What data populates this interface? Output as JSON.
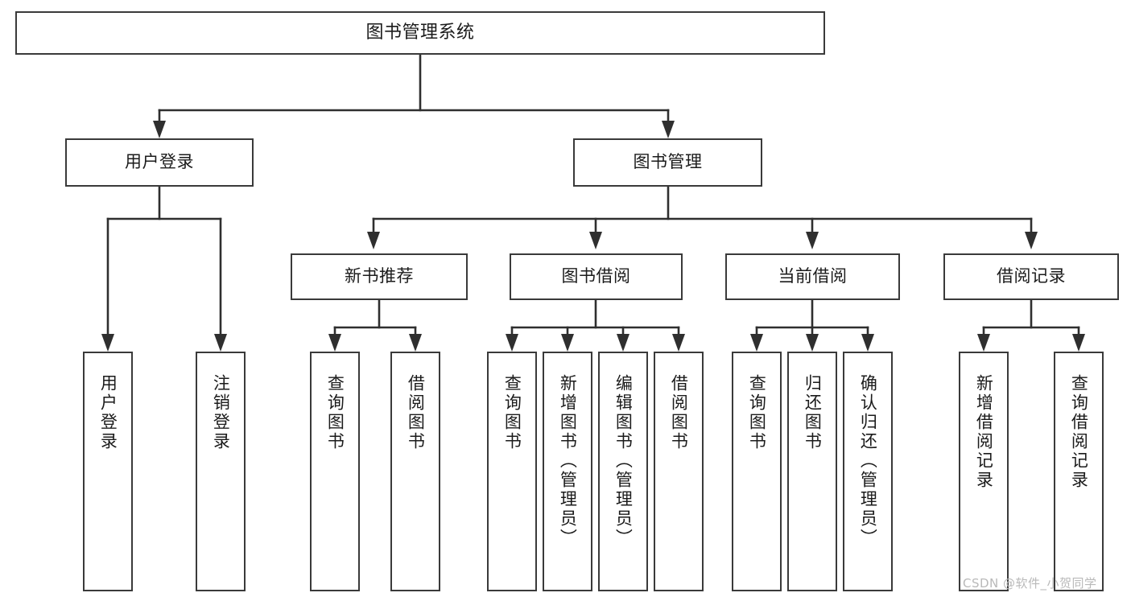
{
  "diagram": {
    "title": "图书管理系统",
    "type": "tree",
    "orientation": "top-down",
    "style": {
      "box_border_color": "#3a3a3a",
      "box_fill_color": "#ffffff",
      "edge_color": "#2f2f2f",
      "text_color": "#1b1b1b",
      "background": "#ffffff"
    },
    "levels": [
      {
        "level": 1,
        "nodes": [
          {
            "id": "root",
            "label": "图书管理系统",
            "shape": "rect",
            "text_direction": "horizontal"
          }
        ]
      },
      {
        "level": 2,
        "nodes": [
          {
            "id": "login",
            "label": "用户登录",
            "shape": "rect",
            "text_direction": "horizontal",
            "parent": "root"
          },
          {
            "id": "bookmgmt",
            "label": "图书管理",
            "shape": "rect",
            "text_direction": "horizontal",
            "parent": "root"
          }
        ]
      },
      {
        "level": 3,
        "nodes": [
          {
            "id": "newbook",
            "label": "新书推荐",
            "shape": "rect",
            "text_direction": "horizontal",
            "parent": "bookmgmt"
          },
          {
            "id": "borrow",
            "label": "图书借阅",
            "shape": "rect",
            "text_direction": "horizontal",
            "parent": "bookmgmt"
          },
          {
            "id": "current",
            "label": "当前借阅",
            "shape": "rect",
            "text_direction": "horizontal",
            "parent": "bookmgmt"
          },
          {
            "id": "record",
            "label": "借阅记录",
            "shape": "rect",
            "text_direction": "horizontal",
            "parent": "bookmgmt"
          }
        ]
      },
      {
        "level": 4,
        "nodes": [
          {
            "id": "leaf-user-login",
            "label": "用户登录",
            "shape": "rect",
            "text_direction": "vertical",
            "parent": "login"
          },
          {
            "id": "leaf-user-logout",
            "label": "注销登录",
            "shape": "rect",
            "text_direction": "vertical",
            "parent": "login"
          },
          {
            "id": "leaf-nb-query",
            "label": "查询图书",
            "shape": "rect",
            "text_direction": "vertical",
            "parent": "newbook"
          },
          {
            "id": "leaf-nb-borrow",
            "label": "借阅图书",
            "shape": "rect",
            "text_direction": "vertical",
            "parent": "newbook"
          },
          {
            "id": "leaf-bw-query",
            "label": "查询图书",
            "shape": "rect",
            "text_direction": "vertical",
            "parent": "borrow"
          },
          {
            "id": "leaf-bw-add",
            "label": "新增图书（管理员）",
            "shape": "rect",
            "text_direction": "vertical",
            "parent": "borrow"
          },
          {
            "id": "leaf-bw-edit",
            "label": "编辑图书（管理员）",
            "shape": "rect",
            "text_direction": "vertical",
            "parent": "borrow"
          },
          {
            "id": "leaf-bw-borrow",
            "label": "借阅图书",
            "shape": "rect",
            "text_direction": "vertical",
            "parent": "borrow"
          },
          {
            "id": "leaf-cb-query",
            "label": "查询图书",
            "shape": "rect",
            "text_direction": "vertical",
            "parent": "current"
          },
          {
            "id": "leaf-cb-return",
            "label": "归还图书",
            "shape": "rect",
            "text_direction": "vertical",
            "parent": "current"
          },
          {
            "id": "leaf-cb-confirm",
            "label": "确认归还（管理员）",
            "shape": "rect",
            "text_direction": "vertical",
            "parent": "current"
          },
          {
            "id": "leaf-rc-add",
            "label": "新增借阅记录",
            "shape": "rect",
            "text_direction": "vertical",
            "parent": "record"
          },
          {
            "id": "leaf-rc-query",
            "label": "查询借阅记录",
            "shape": "rect",
            "text_direction": "vertical",
            "parent": "record"
          }
        ]
      }
    ]
  },
  "watermark": {
    "text": "CSDN @软件_小贺同学"
  }
}
